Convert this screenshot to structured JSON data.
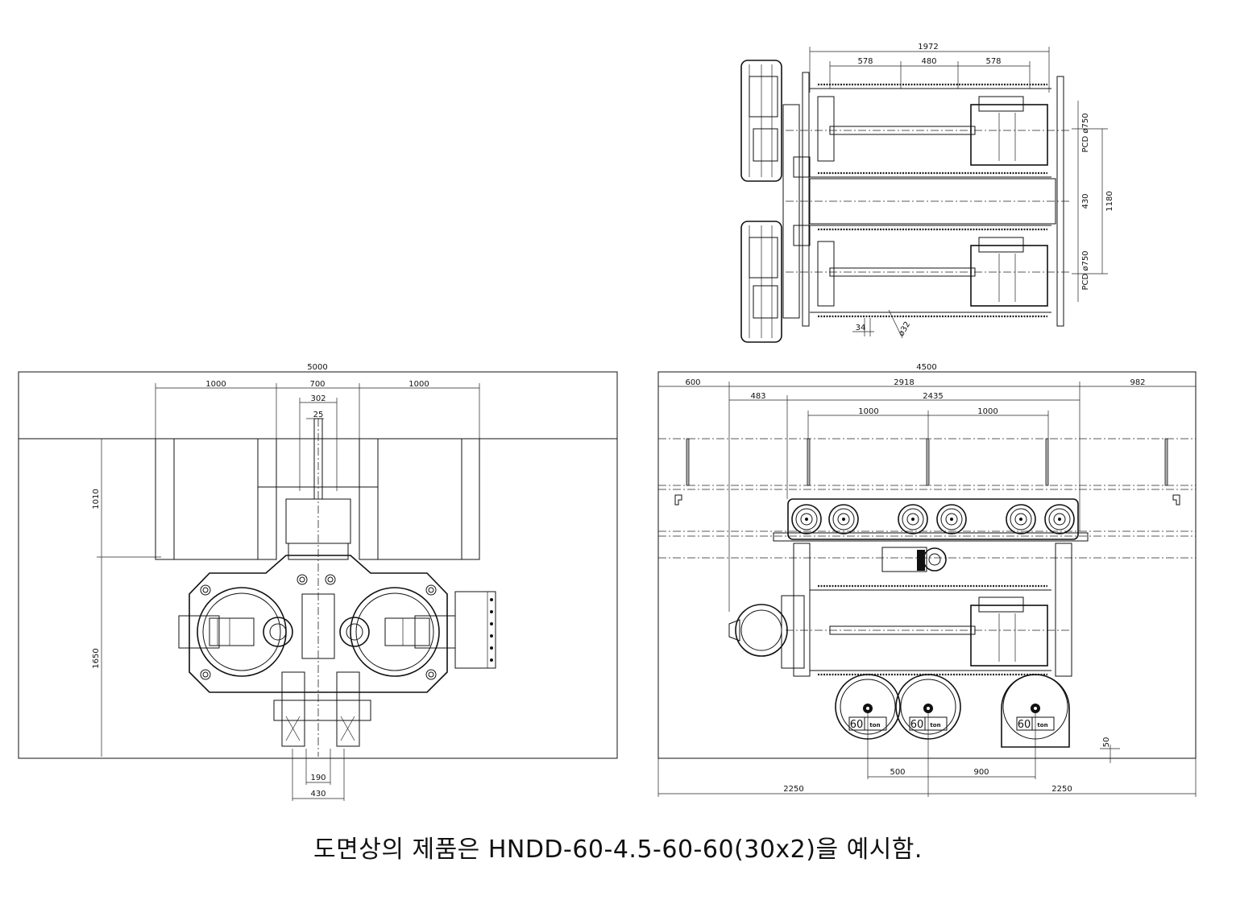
{
  "caption": "도면상의 제품은 HNDD-60-4.5-60-60(30x2)을 예시함.",
  "top_view": {
    "dims": {
      "overall": "1972",
      "seg_left": "578",
      "seg_mid": "480",
      "seg_right": "578",
      "pcd_upper": "PCD ø750",
      "pcd_lower": "PCD ø750",
      "gap": "430",
      "span": "1180",
      "bar": "34",
      "rod": "ø32"
    }
  },
  "front_view": {
    "dims": {
      "overall": "5000",
      "left": "1000",
      "center": "700",
      "right": "1000",
      "beam": "302",
      "web": "25",
      "height_upper": "1010",
      "height_lower": "1650",
      "wheel_inner": "190",
      "wheel_outer": "430"
    }
  },
  "side_view": {
    "dims": {
      "overall": "4500",
      "left": "600",
      "middle": "2918",
      "right": "982",
      "offset": "483",
      "span": "2435",
      "pitch1": "1000",
      "pitch2": "1000",
      "wheel_gap1": "500",
      "wheel_gap2": "900",
      "bottom_left": "2250",
      "bottom_right": "2250",
      "clearance": "50"
    },
    "wheel_labels": [
      {
        "value": "60",
        "unit": "ton"
      },
      {
        "value": "60",
        "unit": "ton"
      },
      {
        "value": "60",
        "unit": "ton"
      }
    ]
  }
}
